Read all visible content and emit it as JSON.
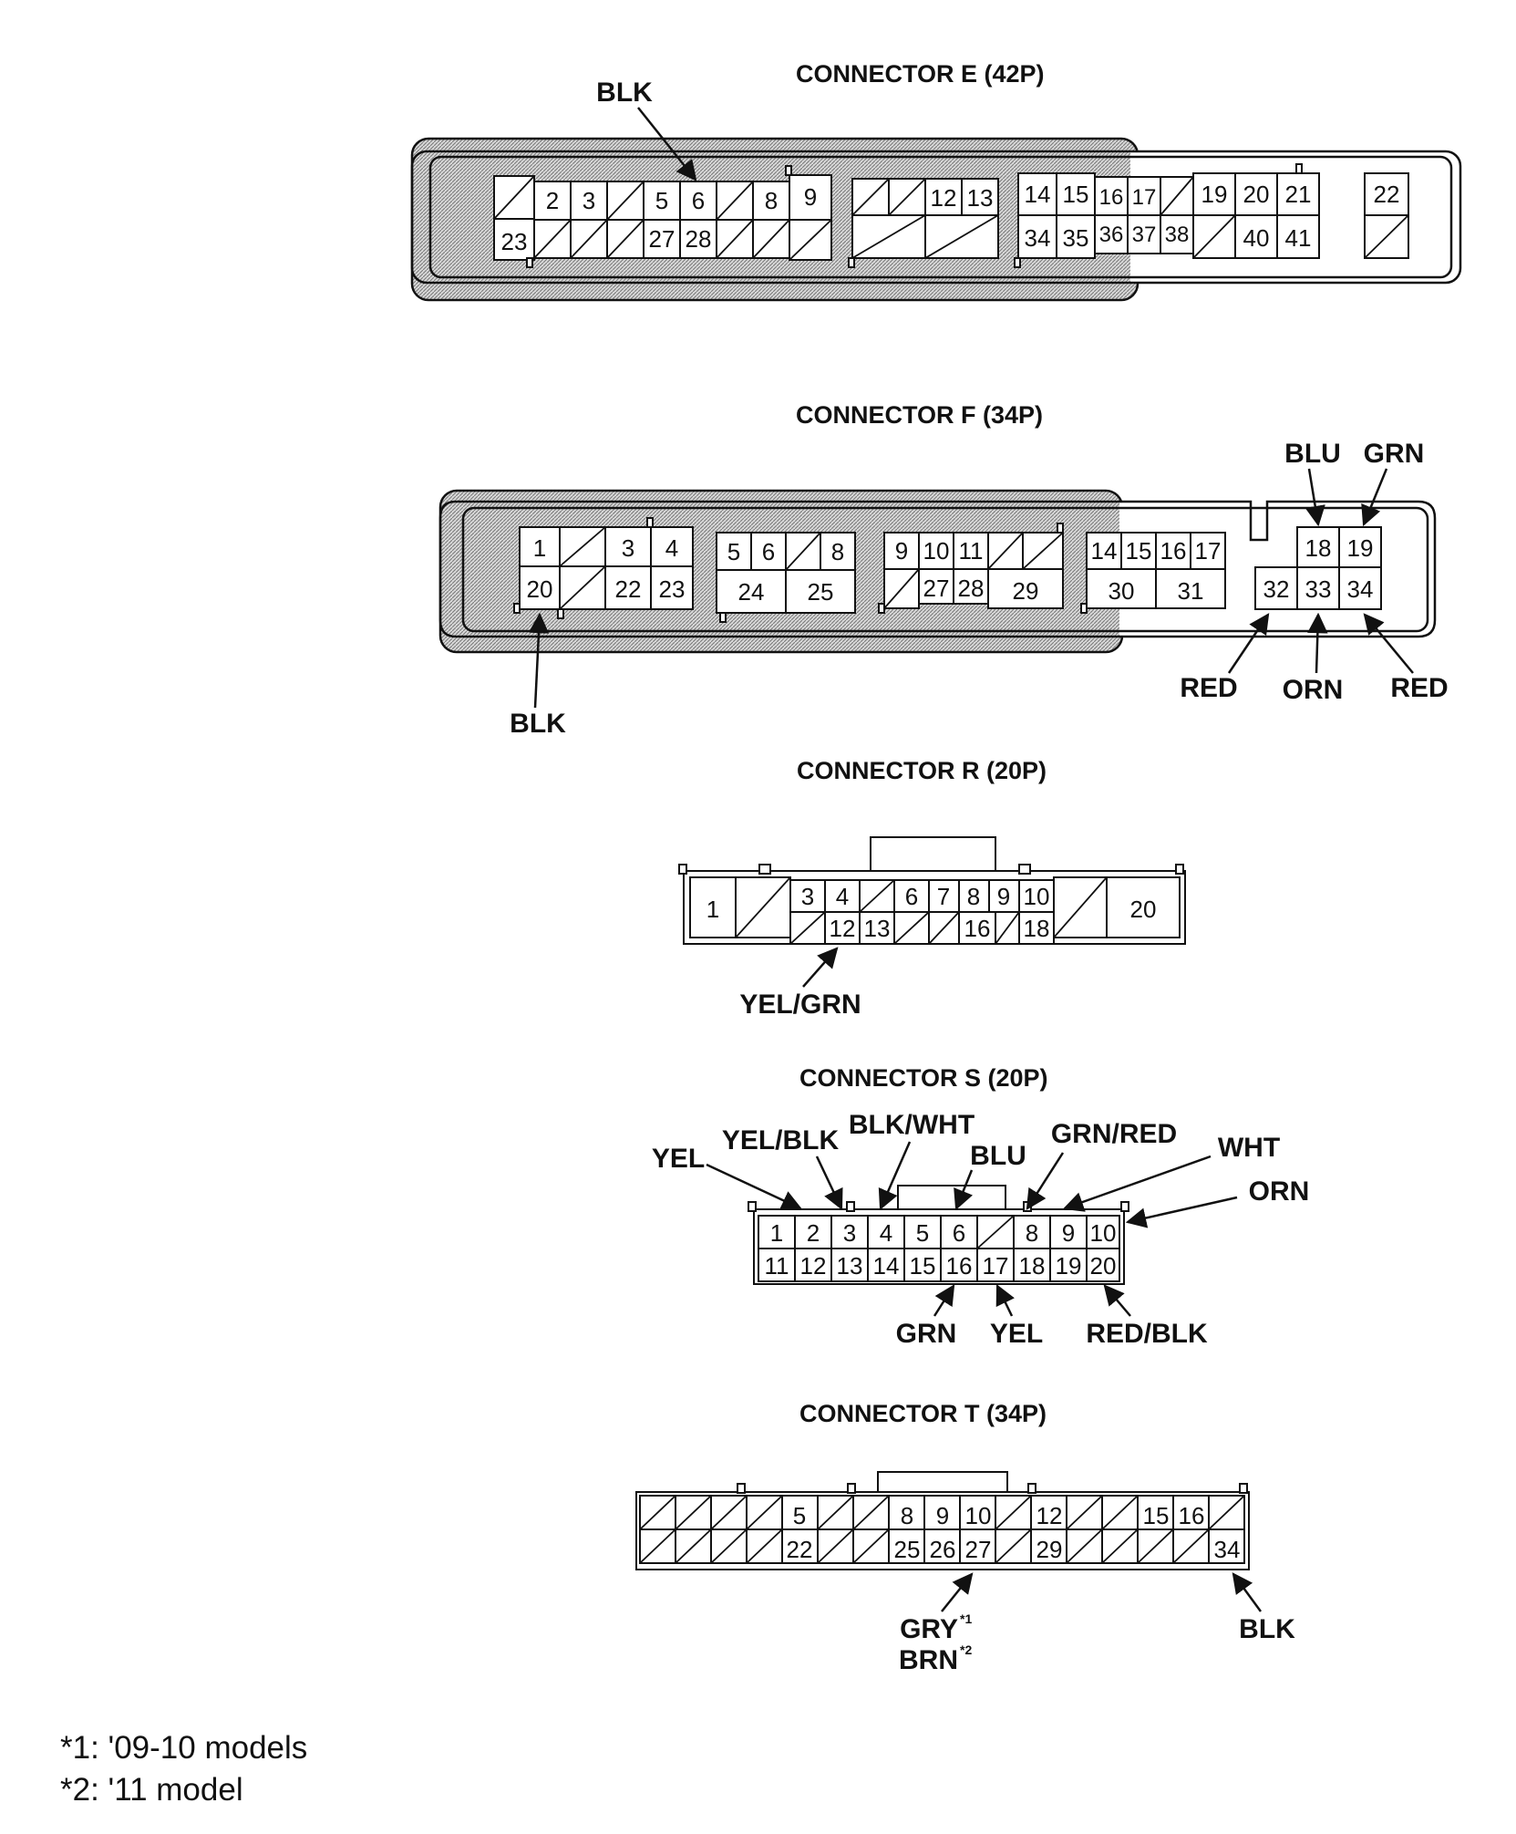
{
  "connectors": {
    "e": {
      "title": "CONNECTOR E (42P)",
      "wire_blk": "BLK",
      "top": [
        "2",
        "3",
        "5",
        "6",
        "8",
        "9",
        "12",
        "13",
        "14",
        "15",
        "16",
        "17",
        "19",
        "20",
        "21",
        "22"
      ],
      "bottom": [
        "23",
        "27",
        "28",
        "34",
        "35",
        "36",
        "37",
        "38",
        "40",
        "41"
      ]
    },
    "f": {
      "title": "CONNECTOR F (34P)",
      "wire_blk": "BLK",
      "wire_blu": "BLU",
      "wire_grn": "GRN",
      "wire_red_a": "RED",
      "wire_orn": "ORN",
      "wire_red_b": "RED",
      "top": [
        "1",
        "3",
        "4",
        "5",
        "6",
        "8",
        "9",
        "10",
        "11",
        "14",
        "15",
        "16",
        "17",
        "18",
        "19"
      ],
      "bottom": [
        "20",
        "22",
        "23",
        "24",
        "25",
        "27",
        "28",
        "29",
        "30",
        "31",
        "32",
        "33",
        "34"
      ]
    },
    "r": {
      "title": "CONNECTOR R (20P)",
      "wire_yelgrn": "YEL/GRN",
      "side": [
        "1",
        "20"
      ],
      "top": [
        "3",
        "4",
        "6",
        "7",
        "8",
        "9",
        "10"
      ],
      "bottom": [
        "12",
        "13",
        "16",
        "18"
      ]
    },
    "s": {
      "title": "CONNECTOR S (20P)",
      "wires": {
        "yel_top": "YEL",
        "yelblk": "YEL/BLK",
        "blkwht": "BLK/WHT",
        "blu": "BLU",
        "grnred": "GRN/RED",
        "wht": "WHT",
        "orn": "ORN",
        "grn": "GRN",
        "yel_bottom": "YEL",
        "redblk": "RED/BLK"
      },
      "top": [
        "1",
        "2",
        "3",
        "4",
        "5",
        "6",
        "8",
        "9",
        "10"
      ],
      "bottom": [
        "11",
        "12",
        "13",
        "14",
        "15",
        "16",
        "17",
        "18",
        "19",
        "20"
      ]
    },
    "t": {
      "title": "CONNECTOR T (34P)",
      "wire_gry": "GRY",
      "wire_gry_mark": "*1",
      "wire_brn": "BRN",
      "wire_brn_mark": "*2",
      "wire_blk": "BLK",
      "top": [
        "5",
        "8",
        "9",
        "10",
        "12",
        "15",
        "16"
      ],
      "bottom": [
        "22",
        "25",
        "26",
        "27",
        "29",
        "34"
      ]
    }
  },
  "notes": {
    "note1": "*1: '09-10 models",
    "note2": "*2: '11 model"
  }
}
